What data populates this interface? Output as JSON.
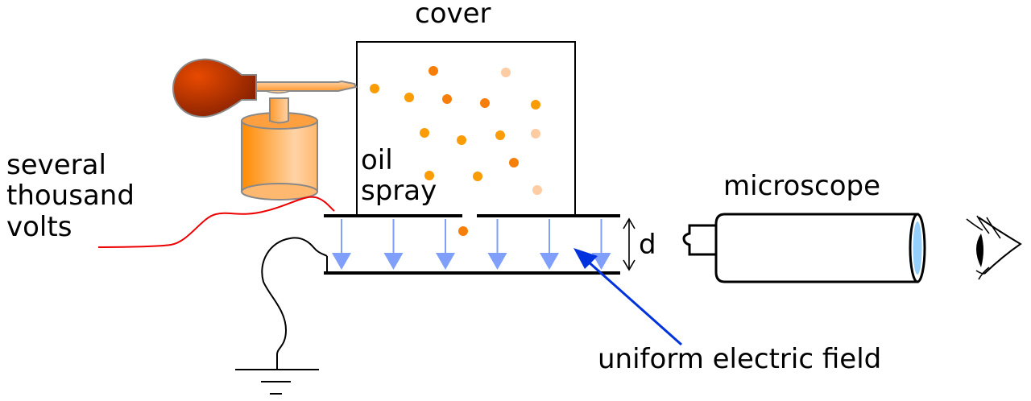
{
  "title": "Millikan oil drop experiment apparatus",
  "labels": {
    "cover": "cover",
    "oil": "oil",
    "spray": "spray",
    "voltage_line1": "several",
    "voltage_line2": "thousand",
    "voltage_line3": "volts",
    "microscope": "microscope",
    "distance": "d",
    "field": "uniform electric field"
  },
  "colors": {
    "droplet_dark": "#f57f0a",
    "droplet_mid": "#f99c05",
    "droplet_light": "#fecca3",
    "field_arrow": "#7f9ffb",
    "pointer_arrow": "#0033dd",
    "high_voltage_wire": "#ee0000",
    "bulb": "#b32c00",
    "lens": "#94d0fb"
  },
  "droplets": [
    {
      "shade": "mid"
    },
    {
      "shade": "dark"
    },
    {
      "shade": "light"
    },
    {
      "shade": "mid"
    },
    {
      "shade": "dark"
    },
    {
      "shade": "dark"
    },
    {
      "shade": "mid"
    },
    {
      "shade": "mid"
    },
    {
      "shade": "mid"
    },
    {
      "shade": "mid"
    },
    {
      "shade": "light"
    },
    {
      "shade": "dark"
    },
    {
      "shade": "mid"
    },
    {
      "shade": "mid"
    },
    {
      "shade": "light"
    },
    {
      "shade": "dark"
    }
  ],
  "field_arrow_count": 6
}
